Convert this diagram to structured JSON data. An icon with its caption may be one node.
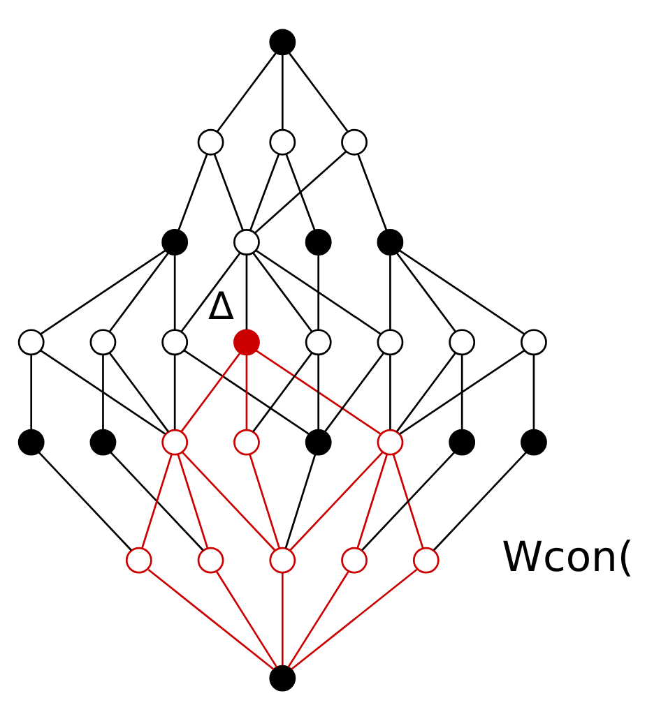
{
  "diagram": {
    "nodes": [
      {
        "text": [],
        "shape": "circle"
      },
      {
        "text": [],
        "shape": "circle"
      },
      {
        "text": [],
        "shape": "circle"
      },
      {
        "text": [],
        "shape": "circle"
      },
      {
        "text": [],
        "shape": "circle"
      },
      {
        "text": [],
        "shape": "circle"
      },
      {
        "text": [],
        "shape": "circle"
      },
      {
        "text": [],
        "shape": "circle"
      },
      {
        "text": [],
        "shape": "circle"
      },
      {
        "text": [],
        "shape": "circle"
      },
      {
        "text": [],
        "shape": "circle"
      },
      {
        "text": [],
        "shape": "circle",
        "beside": [
          "Δ"
        ]
      },
      {
        "text": [],
        "shape": "circle"
      },
      {
        "text": [],
        "shape": "circle"
      },
      {
        "text": [],
        "shape": "circle"
      },
      {
        "text": [],
        "shape": "circle"
      },
      {
        "text": [],
        "shape": "circle"
      },
      {
        "text": [],
        "shape": "circle"
      },
      {
        "text": [],
        "shape": "circle"
      },
      {
        "text": [],
        "shape": "circle"
      },
      {
        "text": [],
        "shape": "circle"
      },
      {
        "text": [],
        "shape": "circle"
      },
      {
        "text": [],
        "shape": "circle"
      },
      {
        "text": [],
        "shape": "circle"
      },
      {
        "text": [],
        "shape": "circle"
      },
      {
        "text": [],
        "shape": "circle"
      },
      {
        "text": [],
        "shape": "circle"
      },
      {
        "text": [],
        "shape": "circle"
      },
      {
        "text": [],
        "shape": "circle"
      },
      {
        "text": [],
        "shape": "circle"
      }
    ],
    "edges": [
      {
        "from": 0,
        "to": 1,
        "arrow": "none"
      },
      {
        "from": 0,
        "to": 2,
        "arrow": "none"
      },
      {
        "from": 0,
        "to": 3,
        "arrow": "none"
      },
      {
        "from": 1,
        "to": 4,
        "arrow": "none"
      },
      {
        "from": 1,
        "to": 5,
        "arrow": "none"
      },
      {
        "from": 2,
        "to": 5,
        "arrow": "none"
      },
      {
        "from": 2,
        "to": 6,
        "arrow": "none"
      },
      {
        "from": 3,
        "to": 5,
        "arrow": "none"
      },
      {
        "from": 3,
        "to": 7,
        "arrow": "none"
      },
      {
        "from": 4,
        "to": 8,
        "arrow": "none"
      },
      {
        "from": 4,
        "to": 9,
        "arrow": "none"
      },
      {
        "from": 4,
        "to": 10,
        "arrow": "none"
      },
      {
        "from": 5,
        "to": 10,
        "arrow": "none"
      },
      {
        "from": 5,
        "to": 11,
        "arrow": "none"
      },
      {
        "from": 5,
        "to": 12,
        "arrow": "none"
      },
      {
        "from": 5,
        "to": 13,
        "arrow": "none"
      },
      {
        "from": 6,
        "to": 12,
        "arrow": "none"
      },
      {
        "from": 7,
        "to": 13,
        "arrow": "none"
      },
      {
        "from": 7,
        "to": 14,
        "arrow": "none"
      },
      {
        "from": 7,
        "to": 15,
        "arrow": "none"
      },
      {
        "from": 8,
        "to": 16,
        "arrow": "none"
      },
      {
        "from": 8,
        "to": 18,
        "arrow": "none"
      },
      {
        "from": 9,
        "to": 17,
        "arrow": "none"
      },
      {
        "from": 9,
        "to": 18,
        "arrow": "none"
      },
      {
        "from": 10,
        "to": 18,
        "arrow": "none"
      },
      {
        "from": 10,
        "to": 20,
        "arrow": "none"
      },
      {
        "from": 11,
        "to": 18,
        "arrow": "none",
        "color": "#cc0000"
      },
      {
        "from": 11,
        "to": 19,
        "arrow": "none",
        "color": "#cc0000"
      },
      {
        "from": 11,
        "to": 21,
        "arrow": "none",
        "color": "#cc0000"
      },
      {
        "from": 12,
        "to": 19,
        "arrow": "none"
      },
      {
        "from": 12,
        "to": 20,
        "arrow": "none"
      },
      {
        "from": 13,
        "to": 20,
        "arrow": "none"
      },
      {
        "from": 13,
        "to": 21,
        "arrow": "none"
      },
      {
        "from": 14,
        "to": 21,
        "arrow": "none"
      },
      {
        "from": 14,
        "to": 22,
        "arrow": "none"
      },
      {
        "from": 15,
        "to": 21,
        "arrow": "none"
      },
      {
        "from": 15,
        "to": 23,
        "arrow": "none"
      },
      {
        "from": 16,
        "to": 24,
        "arrow": "none"
      },
      {
        "from": 17,
        "to": 25,
        "arrow": "none"
      },
      {
        "from": 18,
        "to": 24,
        "arrow": "none",
        "color": "#cc0000"
      },
      {
        "from": 18,
        "to": 25,
        "arrow": "none",
        "color": "#cc0000"
      },
      {
        "from": 18,
        "to": 26,
        "arrow": "none",
        "color": "#cc0000"
      },
      {
        "from": 19,
        "to": 26,
        "arrow": "none",
        "color": "#cc0000"
      },
      {
        "from": 20,
        "to": 26,
        "arrow": "none"
      },
      {
        "from": 21,
        "to": 26,
        "arrow": "none",
        "color": "#cc0000"
      },
      {
        "from": 21,
        "to": 27,
        "arrow": "none",
        "color": "#cc0000"
      },
      {
        "from": 21,
        "to": 28,
        "arrow": "none",
        "color": "#cc0000"
      },
      {
        "from": 22,
        "to": 27,
        "arrow": "none"
      },
      {
        "from": 23,
        "to": 28,
        "arrow": "none"
      },
      {
        "from": 24,
        "to": 29,
        "arrow": "none",
        "color": "#cc0000"
      },
      {
        "from": 25,
        "to": 29,
        "arrow": "none",
        "color": "#cc0000"
      },
      {
        "from": 26,
        "to": 29,
        "arrow": "none",
        "color": "#cc0000"
      },
      {
        "from": 27,
        "to": 29,
        "arrow": "none",
        "color": "#cc0000"
      },
      {
        "from": 28,
        "to": 29,
        "arrow": "none",
        "color": "#cc0000"
      }
    ],
    "labels": [
      "Wcon("
    ]
  }
}
